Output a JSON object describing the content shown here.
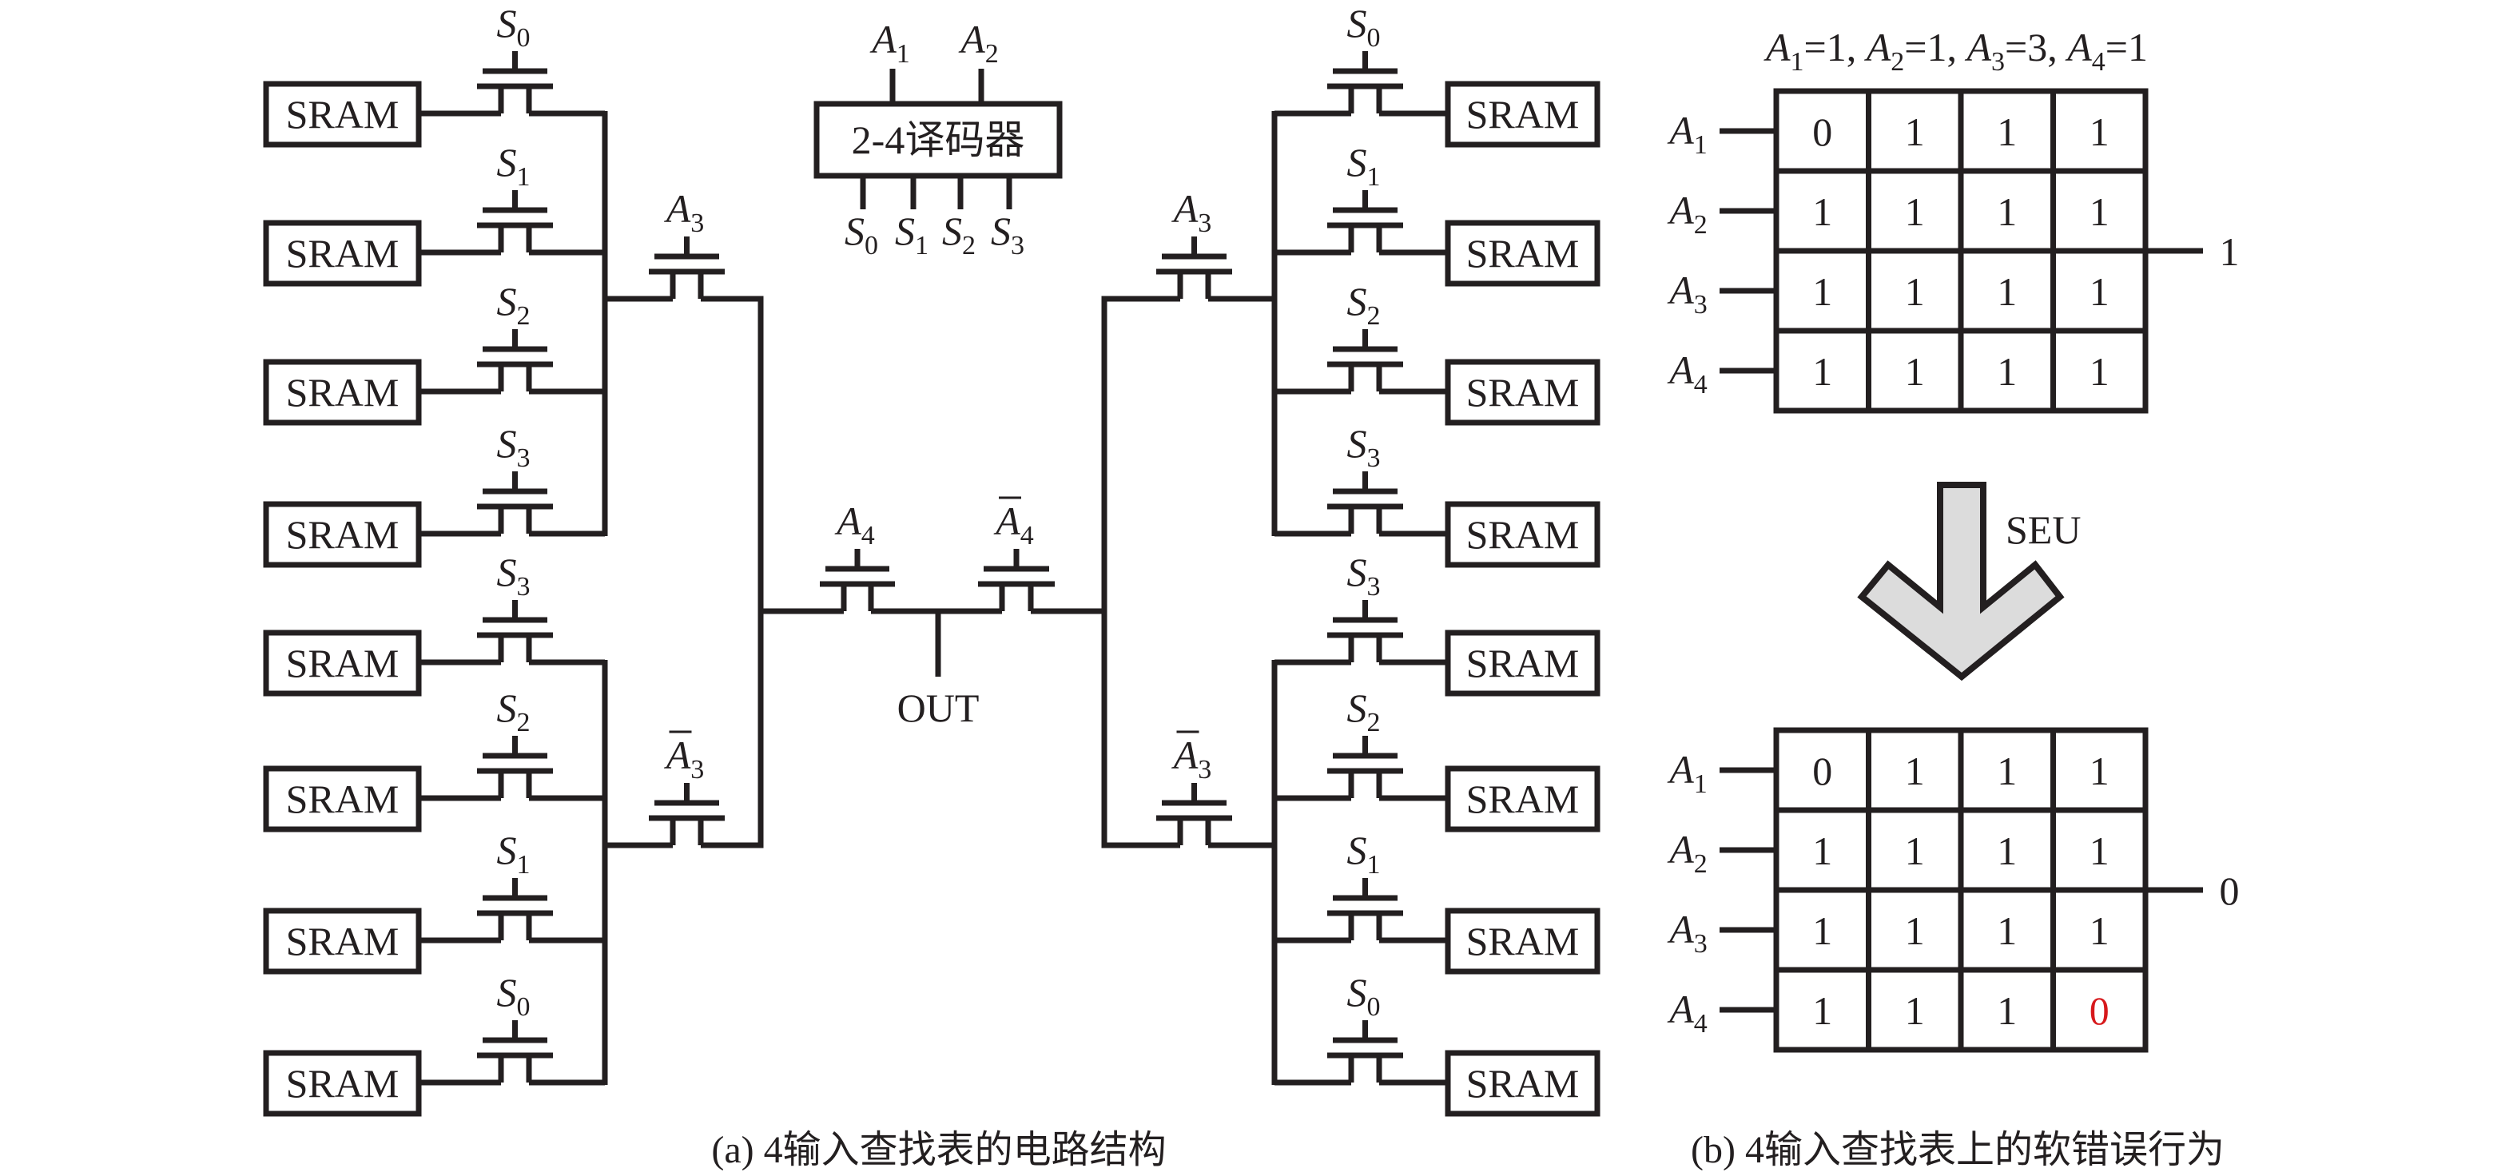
{
  "figure": {
    "decoder": {
      "label": "2-4译码器",
      "inputs": [
        {
          "name": "A",
          "sub": "1"
        },
        {
          "name": "A",
          "sub": "2"
        }
      ],
      "outputs": [
        {
          "name": "S",
          "sub": "0"
        },
        {
          "name": "S",
          "sub": "1"
        },
        {
          "name": "S",
          "sub": "2"
        },
        {
          "name": "S",
          "sub": "3"
        }
      ]
    },
    "sram_label": "SRAM",
    "left_rows": [
      {
        "gate": "S",
        "sub": "0"
      },
      {
        "gate": "S",
        "sub": "1"
      },
      {
        "gate": "S",
        "sub": "2"
      },
      {
        "gate": "S",
        "sub": "3"
      },
      {
        "gate": "S",
        "sub": "3"
      },
      {
        "gate": "S",
        "sub": "2"
      },
      {
        "gate": "S",
        "sub": "1"
      },
      {
        "gate": "S",
        "sub": "0"
      }
    ],
    "right_rows": [
      {
        "gate": "S",
        "sub": "0"
      },
      {
        "gate": "S",
        "sub": "1"
      },
      {
        "gate": "S",
        "sub": "2"
      },
      {
        "gate": "S",
        "sub": "3"
      },
      {
        "gate": "S",
        "sub": "3"
      },
      {
        "gate": "S",
        "sub": "2"
      },
      {
        "gate": "S",
        "sub": "1"
      },
      {
        "gate": "S",
        "sub": "0"
      }
    ],
    "mux_a3": [
      {
        "name": "A",
        "sub": "3",
        "bar": false
      },
      {
        "name": "A",
        "sub": "3",
        "bar": true
      }
    ],
    "mux_a4": [
      {
        "name": "A",
        "sub": "4",
        "bar": false
      },
      {
        "name": "A",
        "sub": "4",
        "bar": true
      }
    ],
    "out_label": "OUT",
    "caption_a": "(a) 4输入查找表的电路结构",
    "caption_b": "(b) 4输入查找表上的软错误行为"
  },
  "lut_panel": {
    "condition": [
      {
        "name": "A",
        "sub": "1",
        "value": "=1, "
      },
      {
        "name": "A",
        "sub": "2",
        "value": "=1, "
      },
      {
        "name": "A",
        "sub": "3",
        "value": "=3, "
      },
      {
        "name": "A",
        "sub": "4",
        "value": "=1"
      }
    ],
    "row_labels": [
      {
        "name": "A",
        "sub": "1"
      },
      {
        "name": "A",
        "sub": "2"
      },
      {
        "name": "A",
        "sub": "3"
      },
      {
        "name": "A",
        "sub": "4"
      }
    ],
    "before": {
      "cells": [
        [
          "0",
          "1",
          "1",
          "1"
        ],
        [
          "1",
          "1",
          "1",
          "1"
        ],
        [
          "1",
          "1",
          "1",
          "1"
        ],
        [
          "1",
          "1",
          "1",
          "1"
        ]
      ],
      "output": "1"
    },
    "arrow_label": "SEU",
    "after": {
      "cells": [
        [
          "0",
          "1",
          "1",
          "1"
        ],
        [
          "1",
          "1",
          "1",
          "1"
        ],
        [
          "1",
          "1",
          "1",
          "1"
        ],
        [
          "1",
          "1",
          "1",
          "0"
        ]
      ],
      "output": "0",
      "flipped": [
        [
          3,
          3
        ]
      ]
    },
    "colors": {
      "line": "#231f20",
      "arrow_fill": "#dcdcdc",
      "flipped_bit": "#d7191c"
    }
  }
}
